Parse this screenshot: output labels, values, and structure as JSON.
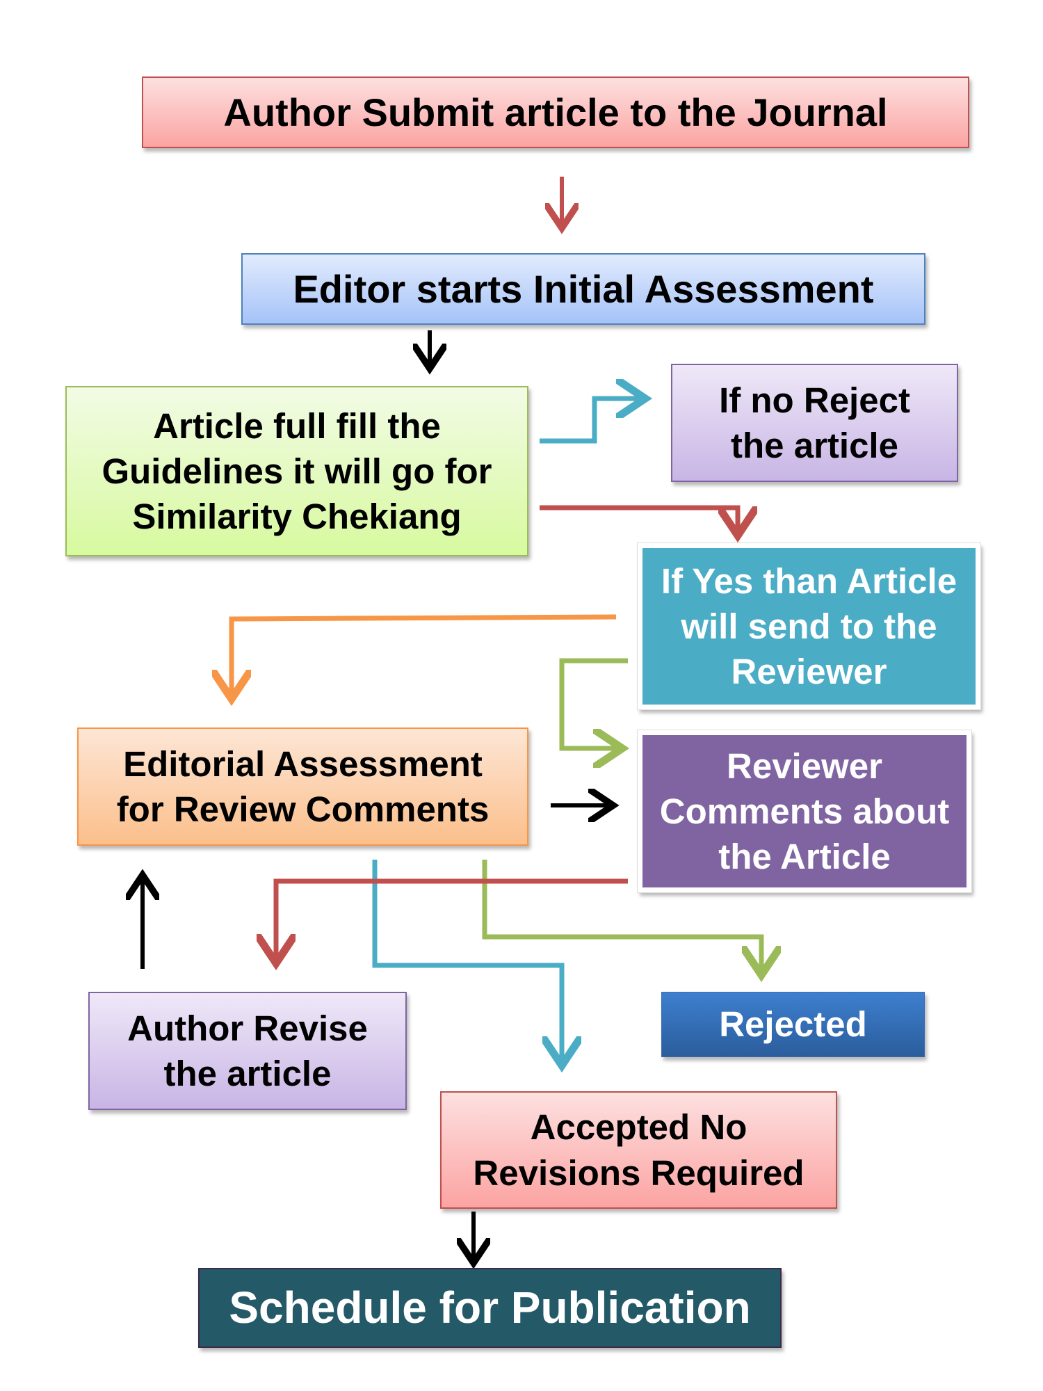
{
  "title": "Journal article review process flowchart",
  "colors": {
    "red": "#c0504d",
    "black": "#000000",
    "cyan": "#4bacc6",
    "orange": "#f79646",
    "green": "#9bbb59",
    "blue": "#4bacc6"
  },
  "nodes": {
    "submit": [
      "Author Submit article to the Journal"
    ],
    "initial": [
      "Editor starts Initial Assessment"
    ],
    "guidelines": [
      "Article full fill the",
      "Guidelines it will go for",
      "Similarity Chekiang"
    ],
    "reject_no": [
      "If no Reject",
      "the article"
    ],
    "send_reviewer": [
      "If Yes than Article",
      "will send to the",
      "Reviewer"
    ],
    "editorial": [
      "Editorial Assessment",
      "for Review Comments"
    ],
    "reviewer_comments": [
      "Reviewer",
      "Comments about",
      "the Article"
    ],
    "author_revise": [
      "Author Revise",
      "the article"
    ],
    "rejected": [
      "Rejected"
    ],
    "accepted": [
      "Accepted No",
      "Revisions Required"
    ],
    "schedule": [
      "Schedule for Publication"
    ]
  },
  "edges": [
    {
      "from": "submit",
      "to": "initial",
      "color": "red"
    },
    {
      "from": "initial",
      "to": "guidelines",
      "color": "black"
    },
    {
      "from": "guidelines",
      "to": "reject_no",
      "color": "cyan"
    },
    {
      "from": "guidelines",
      "to": "send_reviewer",
      "color": "red"
    },
    {
      "from": "send_reviewer",
      "to": "editorial",
      "color": "orange"
    },
    {
      "from": "send_reviewer",
      "to": "reviewer_comments",
      "color": "green"
    },
    {
      "from": "editorial",
      "to": "reviewer_comments",
      "color": "black"
    },
    {
      "from": "reviewer_comments",
      "to": "author_revise",
      "color": "red"
    },
    {
      "from": "editorial",
      "to": "accepted",
      "color": "blue"
    },
    {
      "from": "editorial",
      "to": "rejected",
      "color": "green"
    },
    {
      "from": "author_revise",
      "to": "editorial",
      "color": "black"
    },
    {
      "from": "accepted",
      "to": "schedule",
      "color": "black"
    }
  ]
}
